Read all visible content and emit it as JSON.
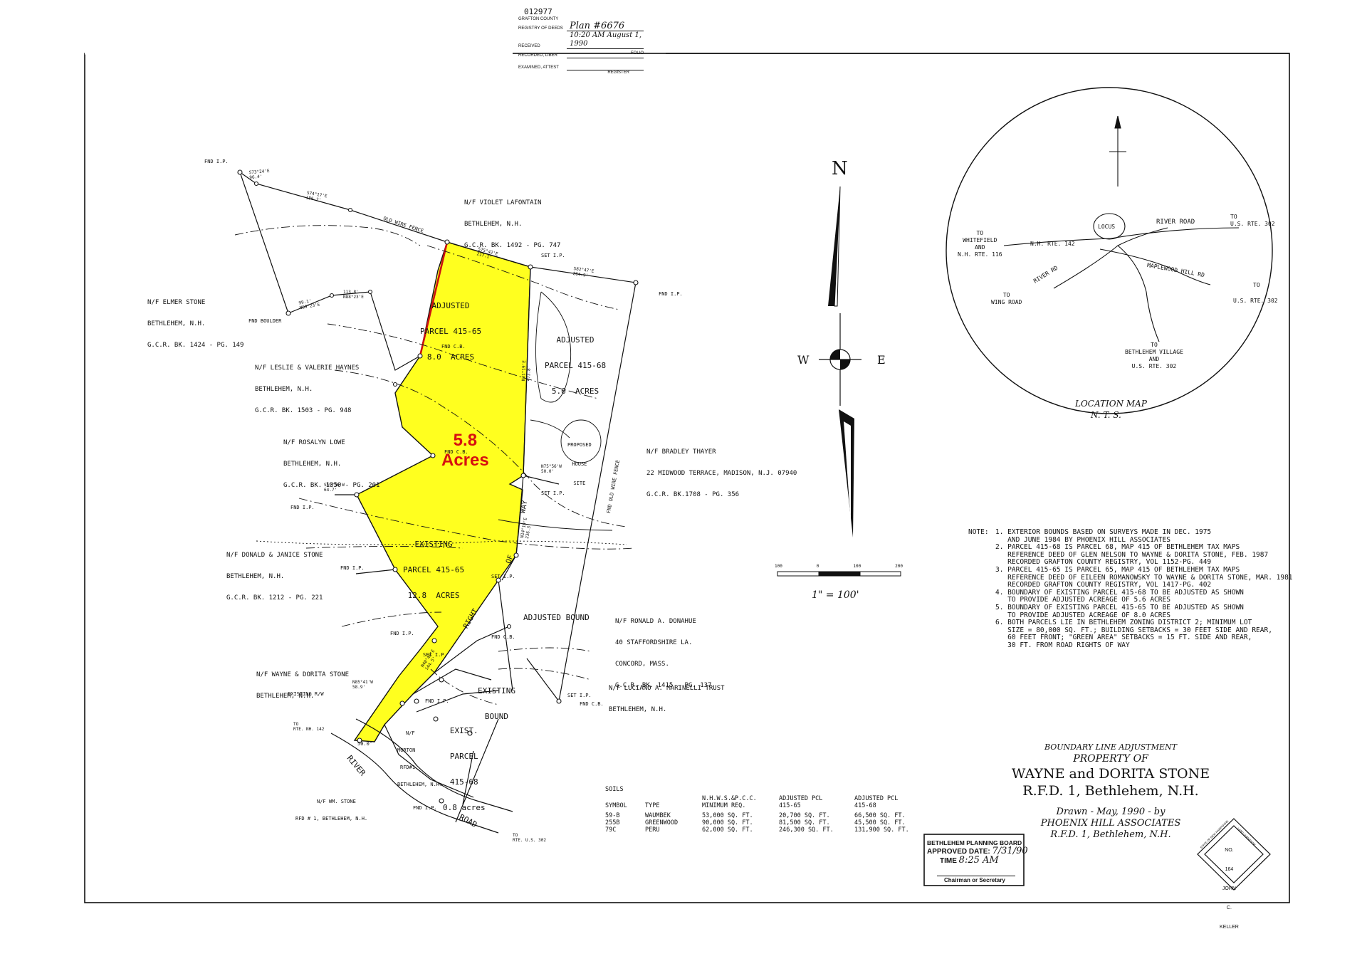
{
  "recording_stamp": {
    "number": "012977",
    "county": "GRAFTON COUNTY",
    "registry": "REGISTRY OF DEEDS",
    "received_label": "RECEIVED",
    "received_value": "10:20 AM August 1, 1990",
    "recorded_label": "RECORDED, LIBER",
    "folio_label": "FOLIO",
    "examined_label": "EXAMINED, ATTEST",
    "plan_number": "Plan #6676",
    "register_label": "REGISTER"
  },
  "north_arrow": {
    "n": "N",
    "w": "W",
    "e": "E"
  },
  "scale": {
    "label": "1\" = 100'",
    "ticks": [
      "100",
      "0",
      "100",
      "200"
    ]
  },
  "area_callout": {
    "line1": "5.8",
    "line2": "Acres"
  },
  "parcels": {
    "adjusted_65": {
      "line1": "ADJUSTED",
      "line2": "PARCEL 415-65",
      "line3": "8.0  ACRES"
    },
    "adjusted_68": {
      "line1": "ADJUSTED",
      "line2": "PARCEL 415-68",
      "line3": "5.6  ACRES"
    },
    "existing_65": {
      "line1": "EXISTING",
      "line2": "PARCEL 415-65",
      "line3": "12.8  ACRES"
    },
    "exist_68": {
      "line1": "EXIST.",
      "line2": "PARCEL",
      "line3": "415-68",
      "line4": "0.8 acres"
    },
    "house_site": {
      "line1": "PROPOSED",
      "line2": "HOUSE",
      "line3": "SITE"
    }
  },
  "owners": {
    "lafontain": {
      "l1": "N/F VIOLET LAFONTAIN",
      "l2": "BETHLEHEM, N.H.",
      "l3": "G.C.R. BK. 1492 - PG. 747"
    },
    "elmer": {
      "l1": "N/F ELMER STONE",
      "l2": "BETHLEHEM, N.H.",
      "l3": "G.C.R. BK. 1424 - PG. 149"
    },
    "haynes": {
      "l1": "N/F LESLIE & VALERIE HAYNES",
      "l2": "BETHLEHEM, N.H.",
      "l3": "G.C.R. BK. 1503 - PG. 948"
    },
    "lowe": {
      "l1": "N/F ROSALYN LOWE",
      "l2": "BETHLEHEM, N.H.",
      "l3": "G.C.R. BK. 1350 - PG. 201"
    },
    "thayer": {
      "l1": "N/F BRADLEY THAYER",
      "l2": "22 MIDWOOD TERRACE, MADISON, N.J. 07940",
      "l3": "G.C.R. BK.1708 - PG. 356"
    },
    "donald": {
      "l1": "N/F DONALD & JANICE STONE",
      "l2": "BETHLEHEM, N.H.",
      "l3": "G.C.R. BK. 1212 - PG. 221"
    },
    "donahue": {
      "l1": "N/F RONALD A. DONAHUE",
      "l2": "40 STAFFORDSHIRE LA.",
      "l3": "CONCORD, MASS.",
      "l4": "G.C.R. BK. 1415 - PG. 137"
    },
    "wayne": {
      "l1": "N/F WAYNE & DORITA STONE",
      "l2": "BETHLEHEM, N.H."
    },
    "marinelli": {
      "l1": "N/F LUCIANO A. MARINELLI TRUST",
      "l2": "BETHLEHEM, N.H."
    },
    "wm_stone": {
      "l1": "N/F WM. STONE",
      "l2": "RFD # 1, BETHLEHEM, N.H."
    },
    "morton": {
      "l1": "N/F",
      "l2": "MORTON",
      "l3": "RFD#1",
      "l4": "BETHLEHEM, N.H."
    }
  },
  "map_labels": {
    "fnd_ip": "FND I.P.",
    "set_ip": "SET I.P.",
    "fnd_cb": "FND C.B.",
    "fnd_boulder": "FND BOULDER",
    "old_wire_fence": "OLD WIRE FENCE",
    "fnd_old_wire_fence": "FND OLD WIRE FENCE",
    "right": "RIGHT",
    "of": "OF",
    "way": "WAY",
    "adjusted_bound": "ADJUSTED BOUND",
    "existing_bound_1": "EXISTING",
    "existing_bound_2": "BOUND",
    "existing_rw": "EXISTING R/W",
    "to_rte142": "TO\nRTE. NH. 142",
    "to_rte302": "TO\nRTE. U.S. 302",
    "river": "RIVER",
    "road": "ROAD",
    "frontage": "50.0'"
  },
  "bearings": {
    "b1": "S73°24'E",
    "d1": "96.4'",
    "b2": "S74°17'E",
    "d2": "186.2'",
    "b3": "S75°42'E",
    "d3": "217.1'",
    "b4": "S82°47'E",
    "d4": "264.9'",
    "b5": "N69°23'E",
    "d5": "99.1'",
    "b6": "N88°23'E",
    "d6": "113.8'",
    "b7": "N41°19'E",
    "d7": "473.8'",
    "b8": "N75°56'W",
    "d8": "50.0'",
    "b9": "S59°36'W",
    "d9": "64.7'",
    "b10": "N14°19'E",
    "d10": "236.3'",
    "b11": "N85°41'W",
    "d11": "58.9'",
    "b12": "N40°46'E",
    "d12": "144.5'"
  },
  "location_map": {
    "title": "LOCATION MAP",
    "nts": "N. T. S.",
    "locus": "LOCUS",
    "river_road": "RIVER ROAD",
    "to_302_a": "TO\nU.S. RTE. 302",
    "to_whitefield": "TO\nWHITEFIELD\nAND\nN.H. RTE. 116",
    "nh142": "N.H. RTE. 142",
    "river_rd": "RIVER RD",
    "to_wing": "TO\nWING ROAD",
    "maplewood": "MAPLEWOOD HILL RD",
    "to_label": "TO",
    "to_302_b": "U.S. RTE. 302",
    "to_village": "TO\nBETHLEHEM VILLAGE\nAND\nU.S. RTE. 302"
  },
  "notes": {
    "heading": "NOTE:",
    "items": [
      "1. EXTERIOR BOUNDS BASED ON SURVEYS MADE IN DEC. 1975",
      "   AND JUNE 1984 BY PHOENIX HILL ASSOCIATES",
      "2. PARCEL 415-68 IS PARCEL 68, MAP 415 OF BETHLEHEM TAX MAPS",
      "   REFERENCE DEED OF GLEN NELSON TO WAYNE & DORITA STONE, FEB. 1987",
      "   RECORDED GRAFTON COUNTY REGISTRY, VOL 1152-PG. 449",
      "3. PARCEL 415-65 IS PARCEL 65, MAP 415 OF BETHLEHEM TAX MAPS",
      "   REFERENCE DEED OF EILEEN ROMANOWSKY TO WAYNE & DORITA STONE, MAR. 1981",
      "   RECORDED GRAFTON COUNTY REGISTRY, VOL 1417-PG. 402",
      "4. BOUNDARY OF EXISTING PARCEL 415-68 TO BE ADJUSTED AS SHOWN",
      "   TO PROVIDE ADJUSTED ACREAGE OF 5.6 ACRES",
      "5. BOUNDARY OF EXISTING PARCEL 415-65 TO BE ADJUSTED AS SHOWN",
      "   TO PROVIDE ADJUSTED ACREAGE OF 8.0 ACRES",
      "6. BOTH PARCELS LIE IN BETHLEHEM ZONING DISTRICT 2; MINIMUM LOT",
      "   SIZE = 80,000 SQ. FT.; BUILDING SETBACKS = 30 FEET SIDE AND REAR,",
      "   60 FEET FRONT; \"GREEN AREA\" SETBACKS = 15 FT. SIDE AND REAR,",
      "   30 FT. FROM ROAD RIGHTS OF WAY"
    ]
  },
  "soils": {
    "title": "SOILS",
    "headers": [
      "SYMBOL",
      "TYPE",
      "N.H.W.S.&P.C.C.\nMINIMUM REQ.",
      "ADJUSTED PCL\n415-65",
      "ADJUSTED PCL\n415-68"
    ],
    "rows": [
      [
        "59-B",
        "WAUMBEK",
        "53,000 SQ. FT.",
        "20,700 SQ. FT.",
        "66,500 SQ. FT."
      ],
      [
        "255B",
        "GREENWOOD",
        "90,000 SQ. FT.",
        "81,500 SQ. FT.",
        "45,500 SQ. FT."
      ],
      [
        "79C",
        "PERU",
        "62,000 SQ. FT.",
        "246,300 SQ. FT.",
        "131,900 SQ. FT."
      ]
    ]
  },
  "title_block": {
    "l1": "BOUNDARY LINE ADJUSTMENT",
    "l2": "PROPERTY OF",
    "l3": "WAYNE and DORITA STONE",
    "l4": "R.F.D. 1, Bethlehem, N.H.",
    "l5": "Drawn - May, 1990 - by",
    "l6": "PHOENIX HILL ASSOCIATES",
    "l7": "R.F.D. 1, Bethlehem, N.H."
  },
  "approval": {
    "board": "BETHLEHEM PLANNING BOARD",
    "approved": "APPROVED  DATE:",
    "date_value": "7/31/90",
    "time": "TIME",
    "time_value": "8:25 AM",
    "signer": "Chairman or Secretary"
  },
  "seal": {
    "top": "STATE OF NEW HAMPSHIRE",
    "right": "LAND SURVEYOR",
    "no": "NO.",
    "num": "164",
    "name1": "JOHN",
    "name2": "C.",
    "name3": "KELLER"
  },
  "colors": {
    "parcel_fill": "#ffff1f",
    "callout": "#d61010",
    "ink": "#111111",
    "red_line": "#cc1111"
  }
}
